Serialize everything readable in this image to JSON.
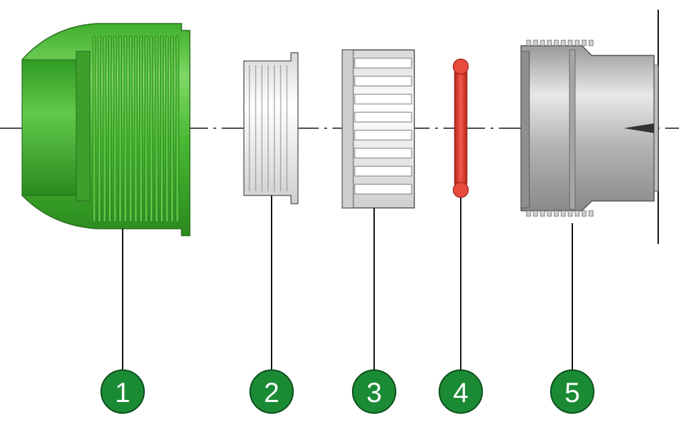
{
  "badges": [
    {
      "label": "1"
    },
    {
      "label": "2"
    },
    {
      "label": "3"
    },
    {
      "label": "4"
    },
    {
      "label": "5"
    }
  ],
  "colors": {
    "badge_fill": "#1b8a34",
    "badge_stroke": "#0c4f1c",
    "nut_green": "#4fbf3a",
    "nut_green_dark": "#2f8f22",
    "oring_red": "#e53b2f",
    "body_grey": "#b8b8b8",
    "outline": "#555555"
  }
}
